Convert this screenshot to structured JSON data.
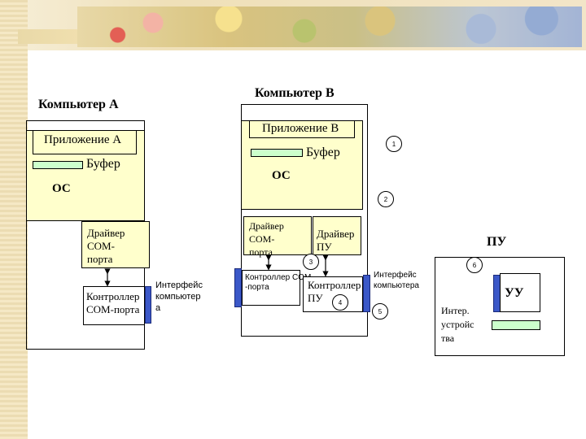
{
  "computer_a": {
    "title": "Компьютер А",
    "app": "Приложение А",
    "buffer": "Буфер",
    "os": "ОС",
    "driver": [
      "Драйвер",
      "COM-",
      "порта"
    ],
    "controller": [
      "Контроллер",
      "COM-порта"
    ],
    "interface": [
      "Интерфейс",
      "компьютер",
      "а"
    ]
  },
  "computer_b": {
    "title": "Компьютер В",
    "app": "Приложение В",
    "buffer": "Буфер",
    "os": "ОС",
    "driver_com": [
      "Драйвер",
      "COM-",
      "порта"
    ],
    "driver_pu": [
      "Драйвер",
      "ПУ"
    ],
    "controller_com": [
      "Контроллер COM",
      "-порта"
    ],
    "controller_pu": [
      "Контроллер",
      "ПУ"
    ],
    "interface": [
      "Интерфейс",
      "компьютера"
    ]
  },
  "pu": {
    "title": "ПУ",
    "uu": "УУ",
    "interface": [
      "Интер.",
      "устройс",
      "тва"
    ]
  },
  "markers": [
    "1",
    "2",
    "3",
    "4",
    "5",
    "6"
  ]
}
